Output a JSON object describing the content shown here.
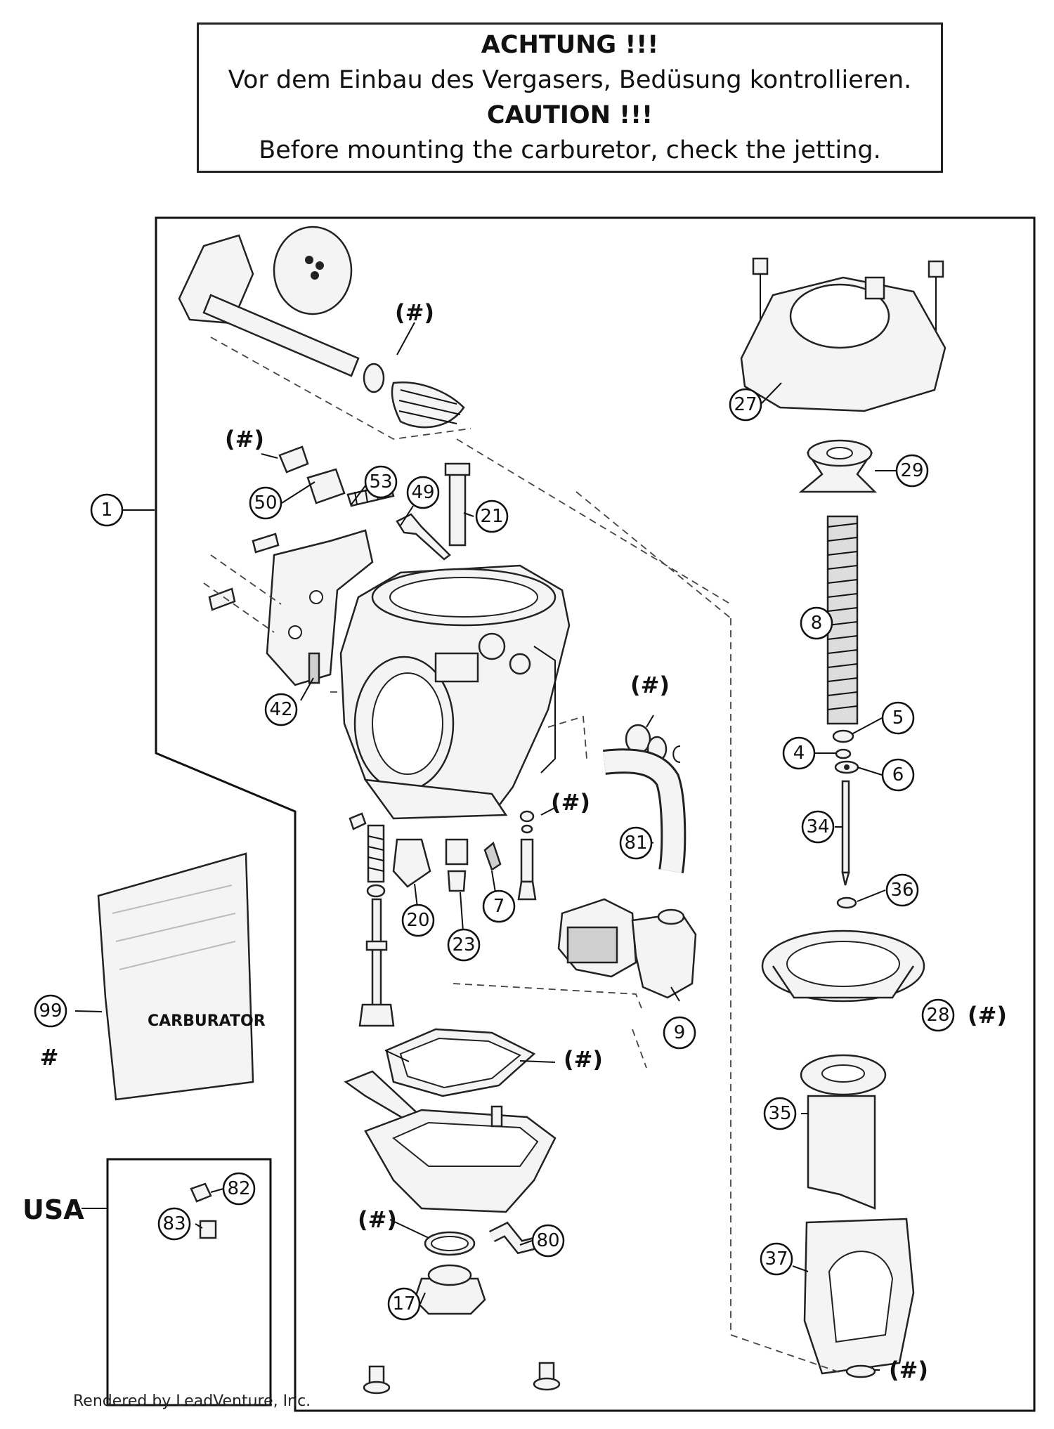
{
  "caution": {
    "de_title": "ACHTUNG !!!",
    "de_text": "Vor dem Einbau des Vergasers, Bedüsung kontrollieren.",
    "en_title": "CAUTION !!!",
    "en_text": "Before mounting the carburetor, check the jetting."
  },
  "callouts": [
    "1",
    "27",
    "29",
    "50",
    "53",
    "49",
    "21",
    "8",
    "5",
    "4",
    "6",
    "42",
    "34",
    "36",
    "81",
    "7",
    "20",
    "23",
    "9",
    "99",
    "28",
    "35",
    "82",
    "83",
    "80",
    "17",
    "37"
  ],
  "hash_label": "(#)",
  "hash_symbol": "#",
  "bag_print": "CARBURATOR",
  "usa_label": "USA",
  "footer": "Rendered by LeadVenture, Inc."
}
